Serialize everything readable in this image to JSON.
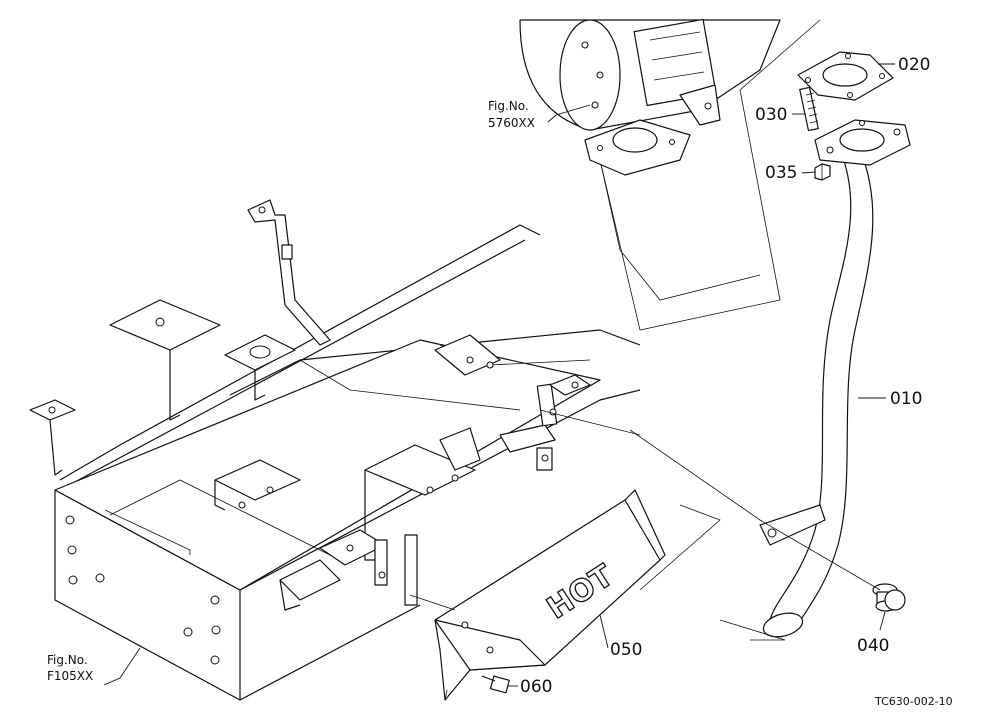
{
  "callouts": {
    "p010": "010",
    "p020": "020",
    "p030": "030",
    "p035": "035",
    "p040": "040",
    "p050": "050",
    "p060": "060"
  },
  "figure_refs": {
    "muffler": {
      "line1": "Fig.No.",
      "line2": "5760XX"
    },
    "frame": {
      "line1": "Fig.No.",
      "line2": "F105XX"
    }
  },
  "heat_shield_text": "HOT",
  "drawing_code": "TC630-002-10"
}
